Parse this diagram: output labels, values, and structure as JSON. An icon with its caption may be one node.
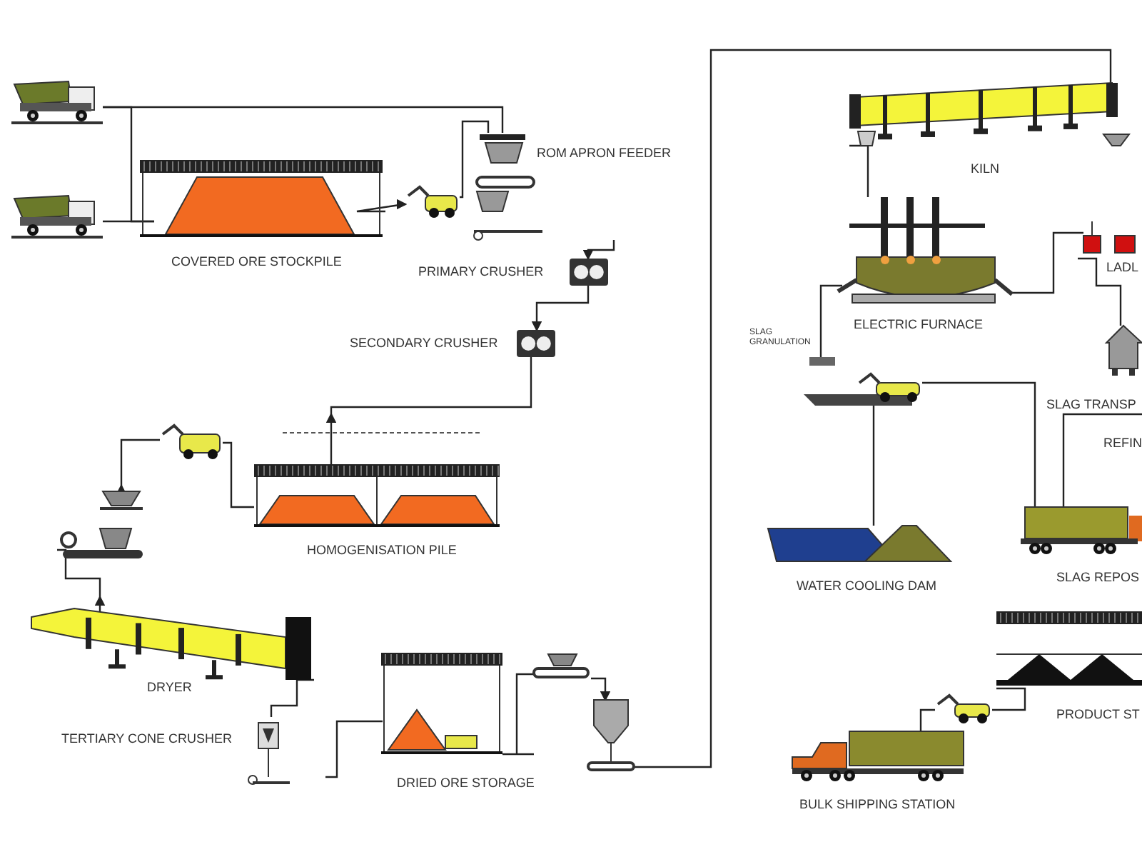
{
  "diagram": {
    "nodes": [
      {
        "text": [],
        "shape": "picture"
      },
      {
        "text": [],
        "shape": "picture"
      },
      {
        "text": [
          "COVERED ORE STOCKPILE"
        ]
      },
      {
        "text": [],
        "shape": "picture"
      },
      {
        "text": [
          "ROM APRON FEEDER"
        ]
      },
      {
        "text": [
          "PRIMARY CRUSHER"
        ]
      },
      {
        "text": [
          "SECONDARY CRUSHER"
        ]
      },
      {
        "text": [
          "HOMOGENISATION PILE"
        ]
      },
      {
        "text": [],
        "shape": "picture"
      },
      {
        "text": [],
        "shape": "picture"
      },
      {
        "text": [
          "DRYER"
        ]
      },
      {
        "text": [
          "TERTIARY CONE CRUSHER"
        ]
      },
      {
        "text": [
          "DRIED ORE STORAGE"
        ]
      },
      {
        "text": [],
        "shape": "picture"
      },
      {
        "text": [],
        "shape": "picture"
      },
      {
        "text": [
          "KILN"
        ]
      },
      {
        "text": [
          "ELECTRIC FURNACE"
        ]
      },
      {
        "text": [
          "LADL"
        ]
      },
      {
        "text": [
          "SLAG GRANULATION"
        ]
      },
      {
        "text": [],
        "shape": "picture"
      },
      {
        "text": [
          "WATER COOLING DAM"
        ]
      },
      {
        "text": [
          "SLAG TRANSP"
        ]
      },
      {
        "text": [
          "SLAG REPOS"
        ]
      },
      {
        "text": [
          "PRODUCT ST"
        ]
      },
      {
        "text": [],
        "shape": "picture"
      },
      {
        "text": [
          "BULK SHIPPING STATION"
        ]
      }
    ],
    "edges": [
      {
        "from": 0,
        "to": 4,
        "arrow": "none"
      },
      {
        "from": 0,
        "to": 2,
        "arrow": "none"
      },
      {
        "from": 1,
        "to": 2,
        "arrow": "none"
      },
      {
        "from": 2,
        "to": 3,
        "arrow": "to"
      },
      {
        "from": 3,
        "to": 4,
        "arrow": "none"
      },
      {
        "from": 4,
        "to": 5,
        "arrow": "to"
      },
      {
        "from": 5,
        "to": 6,
        "arrow": "to"
      },
      {
        "from": 6,
        "to": 7,
        "arrow": "to"
      },
      {
        "from": 7,
        "to": 8,
        "arrow": "none"
      },
      {
        "from": 8,
        "to": 9,
        "arrow": "to"
      },
      {
        "from": 9,
        "to": 10,
        "arrow": "to"
      },
      {
        "from": 10,
        "to": 11,
        "arrow": "none"
      },
      {
        "from": 11,
        "to": 12,
        "arrow": "none"
      },
      {
        "from": 12,
        "to": 13,
        "arrow": "none"
      },
      {
        "from": 13,
        "to": 14,
        "arrow": "to"
      },
      {
        "from": 14,
        "to": 15,
        "arrow": "none"
      },
      {
        "from": 15,
        "to": 16,
        "arrow": "none"
      },
      {
        "from": 16,
        "to": 17,
        "arrow": "none"
      },
      {
        "from": 16,
        "to": 18,
        "arrow": "none"
      },
      {
        "from": 19,
        "to": 20,
        "arrow": "none"
      },
      {
        "from": 19,
        "to": 22,
        "arrow": "none"
      },
      {
        "from": 17,
        "to": 21,
        "arrow": "none"
      },
      {
        "from": 21,
        "to": 22,
        "arrow": "none"
      },
      {
        "from": 23,
        "to": 24,
        "arrow": "none"
      },
      {
        "from": 24,
        "to": 25,
        "arrow": "none"
      }
    ],
    "labels": [
      "REFIN"
    ]
  }
}
